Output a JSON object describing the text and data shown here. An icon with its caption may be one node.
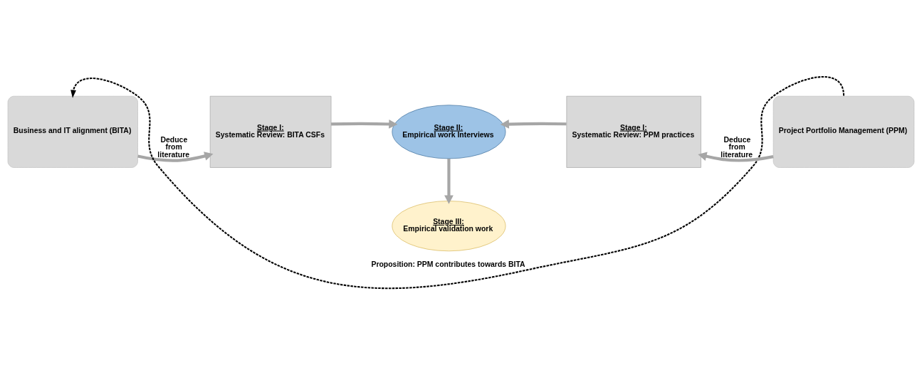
{
  "diagram": {
    "nodes": [
      {
        "text": [
          "Business and IT alignment (BITA)"
        ]
      },
      {
        "text": [
          "Stage I:",
          "Systematic Review: BITA CSFs"
        ]
      },
      {
        "text": [
          "Stage II:",
          "Empirical work Interviews"
        ]
      },
      {
        "text": [
          "Stage I:",
          "Systematic Review: PPM practices"
        ]
      },
      {
        "text": [
          "Project Portfolio Management (PPM)"
        ]
      },
      {
        "text": [
          "Stage III:",
          "Empirical validation work"
        ]
      }
    ],
    "edges": [
      {
        "from": 0,
        "to": 1,
        "arrow": "to",
        "label": "Deduce from literature"
      },
      {
        "from": 1,
        "to": 2,
        "arrow": "to"
      },
      {
        "from": 3,
        "to": 2,
        "arrow": "to"
      },
      {
        "from": 4,
        "to": 3,
        "arrow": "to",
        "label": "Deduce from literature"
      },
      {
        "from": 2,
        "to": 5,
        "arrow": "to"
      },
      {
        "from": 4,
        "to": 0,
        "arrow": "to",
        "label": "Proposition: PPM contributes towards BITA",
        "style": "dashed",
        "color": "#000000"
      }
    ]
  }
}
